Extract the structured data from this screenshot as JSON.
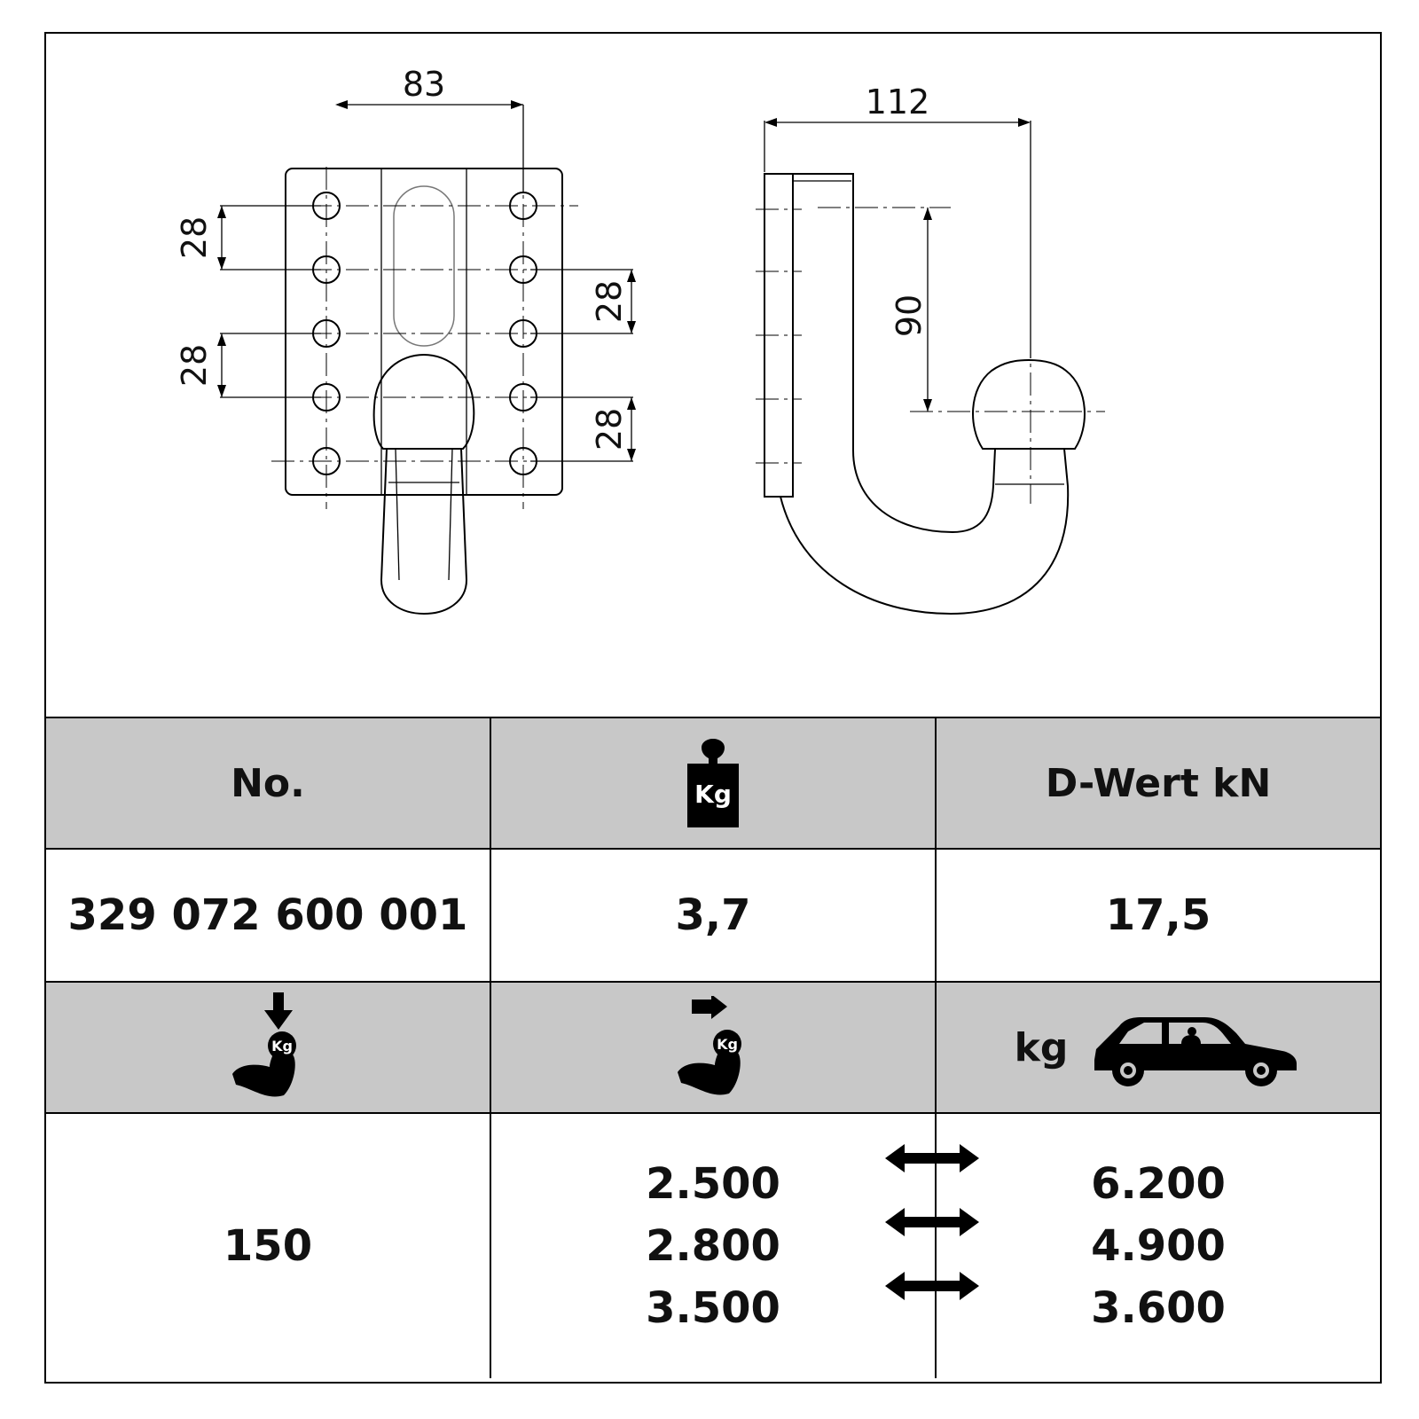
{
  "drawing": {
    "front_view": {
      "dim_width": "83",
      "dim_spacing_left_top": "28",
      "dim_spacing_left_bottom": "28",
      "dim_spacing_right_top": "28",
      "dim_spacing_right_bottom": "28"
    },
    "side_view": {
      "dim_width": "112",
      "dim_height": "90"
    }
  },
  "table": {
    "header": {
      "col1": "No.",
      "col2_icon": "weight-icon",
      "col2_icon_text": "Kg",
      "col3": "D-Wert kN"
    },
    "product": {
      "number": "329 072 600 001",
      "weight": "3,7",
      "d_value": "17,5"
    },
    "subheader": {
      "col1_icon": "vertical-load-icon",
      "col1_icon_text": "Kg",
      "col2_icon": "towing-load-icon",
      "col2_icon_text": "Kg",
      "col3_label": "kg",
      "col3_icon": "car-icon"
    },
    "loads": {
      "vertical_load": "150",
      "trailer_loads": [
        "2.500",
        "2.800",
        "3.500"
      ],
      "vehicle_weights": [
        "6.200",
        "4.900",
        "3.600"
      ]
    }
  },
  "colors": {
    "header_background": "#c8c8c8",
    "line": "#000000"
  }
}
